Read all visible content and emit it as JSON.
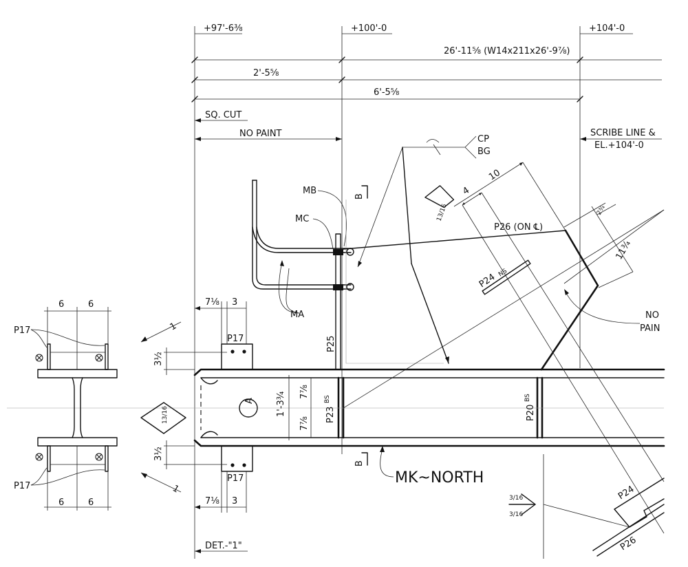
{
  "elevations": {
    "left": "+97'-6⅜",
    "mid": "+100'-0",
    "right": "+104'-0"
  },
  "dimensions": {
    "overall": "26'-11⅝  (W14x211x26'-9⅞)",
    "to_ref": "2'-5⅝",
    "to_end": "6'-5⅝",
    "plate_width_top": "7⅛",
    "plate_gap_top": "3",
    "plate_width_bot": "7⅛",
    "plate_gap_bot": "3",
    "flange_left_top": "6",
    "flange_right_top": "6",
    "flange_left_bot": "6",
    "flange_right_bot": "6",
    "edge_top": "3½",
    "edge_bot": "3½",
    "depth": "1'-3¾",
    "half_top": "7⅞",
    "half_bot": "7⅞",
    "brace_10": "10",
    "brace_4": "4",
    "brace_11": "11¾",
    "brace_top_small": "2¾"
  },
  "notes": {
    "sq_cut": "SQ. CUT",
    "no_paint": "NO PAINT",
    "scribe_1": "SCRIBE LINE &",
    "scribe_2": "EL.+104'-0",
    "no_paint_right_1": "NO",
    "no_paint_right_2": "PAIN",
    "det": "DET.-\"1\"",
    "mk_north": "MK~NORTH",
    "cp": "CP",
    "bg": "BG"
  },
  "marks": {
    "ma": "MA",
    "mb": "MB",
    "mc": "MC",
    "p17_left_top": "P17",
    "p17_left_bot": "P17",
    "p17_top": "P17",
    "p17_bot": "P17",
    "p25": "P25",
    "p23": "P23",
    "p23_sup": "BS",
    "p20": "P20",
    "p20_sup": "BS",
    "p26": "P26 (ON ℄)",
    "p24": "P24",
    "p24_sup": "NS",
    "p24_br": "P24",
    "p26_br": "P26",
    "detail_a": "A",
    "section_b_top": "B",
    "section_b_bot": "B",
    "section_1_top": "1",
    "section_1_bot": "1",
    "weld_top": "3/16",
    "weld_bot": "3/16",
    "weld_diamond_left": "13/16",
    "weld_diamond_top": "13/16"
  }
}
